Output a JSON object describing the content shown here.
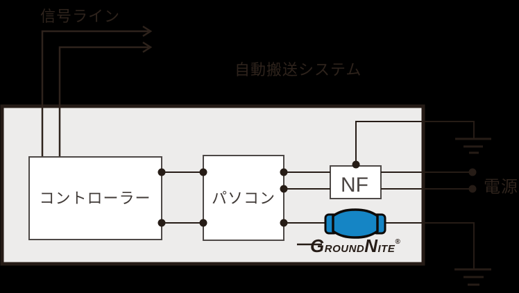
{
  "diagram": {
    "title": "自動搬送システム",
    "signal_label": "信号ライン",
    "power_label": "電源",
    "nodes": {
      "controller_label": "コントローラー",
      "pc_label": "パソコン",
      "filter_label": "NF"
    },
    "brand": {
      "g": "G",
      "round": "ROUND",
      "n": "N",
      "ite": "ITE",
      "reg": "®"
    },
    "colors": {
      "background": "#000000",
      "ink_on_black": "#2e231c",
      "ink": "#261c16",
      "panel_fill": "#edeceb",
      "panel_border": "#251b16",
      "node_fill": "#ffffff",
      "node_border": "#4d4846",
      "node_text": "#403a37",
      "ferrite_blue": "#1585c5",
      "ferrite_outline": "#0d0a08"
    }
  }
}
